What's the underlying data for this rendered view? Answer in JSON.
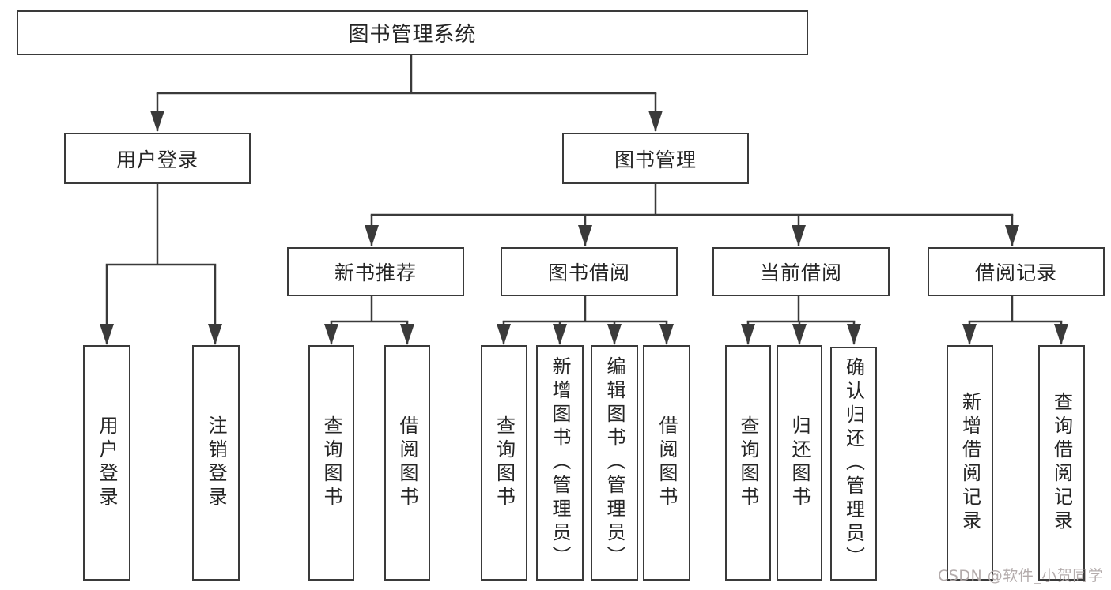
{
  "diagram": {
    "root": {
      "label": "图书管理系统"
    },
    "level2": [
      {
        "id": "user-login",
        "label": "用户登录"
      },
      {
        "id": "book-management",
        "label": "图书管理"
      }
    ],
    "level3": [
      {
        "id": "new-book-recommendation",
        "label": "新书推荐"
      },
      {
        "id": "book-borrowing",
        "label": "图书借阅"
      },
      {
        "id": "current-borrowing",
        "label": "当前借阅"
      },
      {
        "id": "borrowing-records",
        "label": "借阅记录"
      }
    ],
    "leaves": [
      {
        "parent": "user-login",
        "label": "用户登录"
      },
      {
        "parent": "user-login",
        "label": "注销登录"
      },
      {
        "parent": "new-book-recommendation",
        "label": "查询图书"
      },
      {
        "parent": "new-book-recommendation",
        "label": "借阅图书"
      },
      {
        "parent": "book-borrowing",
        "label": "查询图书"
      },
      {
        "parent": "book-borrowing",
        "label": "新增图书（管理员）"
      },
      {
        "parent": "book-borrowing",
        "label": "编辑图书（管理员）"
      },
      {
        "parent": "book-borrowing",
        "label": "借阅图书"
      },
      {
        "parent": "current-borrowing",
        "label": "查询图书"
      },
      {
        "parent": "current-borrowing",
        "label": "归还图书"
      },
      {
        "parent": "current-borrowing",
        "label": "确认归还（管理员）"
      },
      {
        "parent": "borrowing-records",
        "label": "新增借阅记录"
      },
      {
        "parent": "borrowing-records",
        "label": "查询借阅记录"
      }
    ]
  },
  "watermark": {
    "text": "CSDN @软件_小贺同学"
  },
  "colors": {
    "line": "#3a3a3a",
    "box_border": "#3a3a3a",
    "text": "#252525",
    "watermark": "#b0a8a8",
    "background": "#ffffff"
  }
}
